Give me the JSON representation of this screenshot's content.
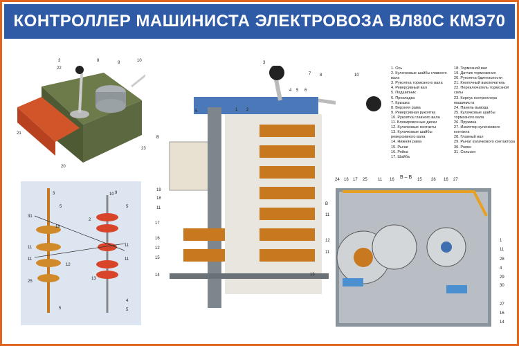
{
  "title": "КОНТРОЛЛЕР МАШИНИСТА ЭЛЕКТРОВОЗА ВЛ80С КМЭ70",
  "legend_col1": [
    "1. Ось",
    "2. Кулачковые шайбы главного вала",
    "3. Рукоятка тормозного вала",
    "4. Реверсивный вал",
    "5. Подшипник",
    "6. Прокладка",
    "7. Крышка",
    "8. Верхняя рама",
    "9. Реверсивная рукоятка",
    "10. Рукоятка главного вала",
    "11. Блокировочные диски",
    "12. Кулачковые контакты",
    "13. Кулачковые шайбы реверсивного вала",
    "14. Нижняя рама",
    "15. Рычаг",
    "16. Рейка",
    "17. Шайба"
  ],
  "legend_col2": [
    "18. Тормозной вал",
    "19. Датчик торможения",
    "20. Рукоятка бдительности",
    "21. Кнопочный выключатель",
    "22. Переключатель тормозной силы",
    "23. Корпус контроллера машиниста",
    "24. Панель вывода",
    "25. Кулачковые шайбы тормозного вала",
    "26. Пружина",
    "27. Изолятор кулачкового контакта",
    "28. Главный вал",
    "29. Рычаг кулачкового контактора",
    "30. Ролик",
    "31. Сельсин"
  ],
  "photo_callouts": [
    "3",
    "22",
    "8",
    "9",
    "10",
    "21",
    "23",
    "20"
  ],
  "schematic_callouts": [
    "3",
    "5",
    "31",
    "18",
    "2",
    "11",
    "11",
    "25",
    "5",
    "10",
    "9",
    "5",
    "11",
    "12",
    "11",
    "13",
    "4",
    "5"
  ],
  "center_callouts": [
    "3",
    "7",
    "8",
    "10",
    "4",
    "5",
    "6",
    "5",
    "1",
    "2",
    "В",
    "19",
    "18",
    "11",
    "17",
    "16",
    "12",
    "15",
    "14",
    "В",
    "11",
    "12",
    "11",
    "13"
  ],
  "section_title": "В – В",
  "section_callouts": [
    "24",
    "16",
    "17",
    "25",
    "11",
    "16",
    "15",
    "26",
    "16",
    "27",
    "1",
    "11",
    "28",
    "4",
    "29",
    "30",
    "27",
    "16",
    "14"
  ],
  "colors": {
    "banner": "#2e5aa6",
    "frame": "#e2651f",
    "copper": "#c8781e",
    "steel": "#8a949c"
  }
}
